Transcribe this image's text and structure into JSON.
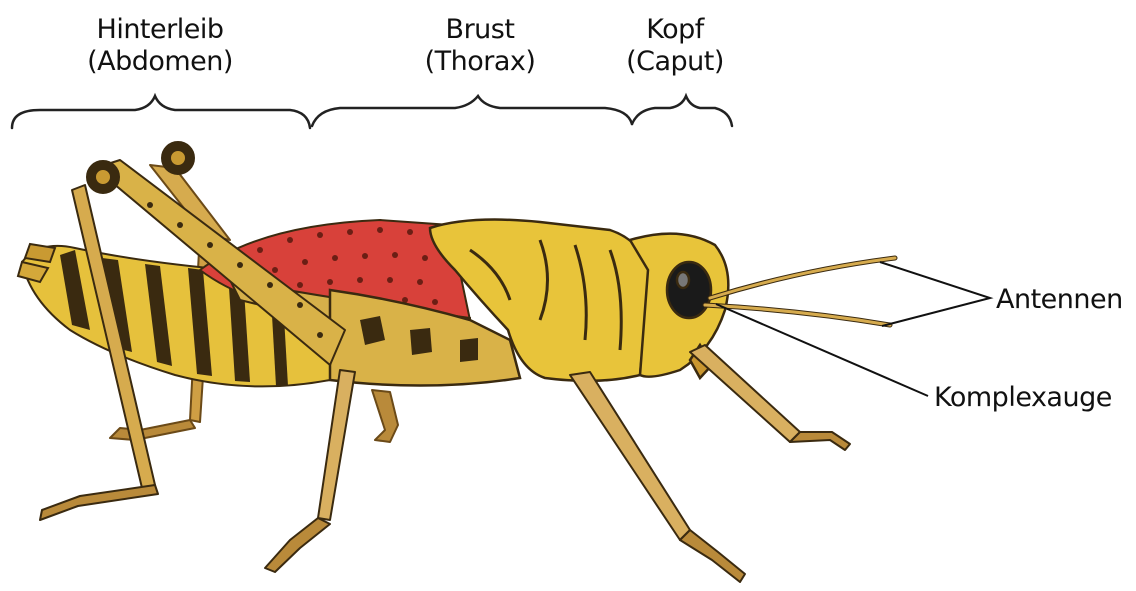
{
  "segments": {
    "abdomen": {
      "name": "Hinterleib",
      "latin": "(Abdomen)"
    },
    "thorax": {
      "name": "Brust",
      "latin": "(Thorax)"
    },
    "head": {
      "name": "Kopf",
      "latin": "(Caput)"
    }
  },
  "callouts": {
    "antennae": "Antennen",
    "compound_eye": "Komplexauge"
  },
  "colors": {
    "body_yellow": "#e8c43a",
    "body_dark": "#3a2a10",
    "wing_red": "#d8413a",
    "leg_tan": "#d9b060",
    "line": "#222222"
  }
}
